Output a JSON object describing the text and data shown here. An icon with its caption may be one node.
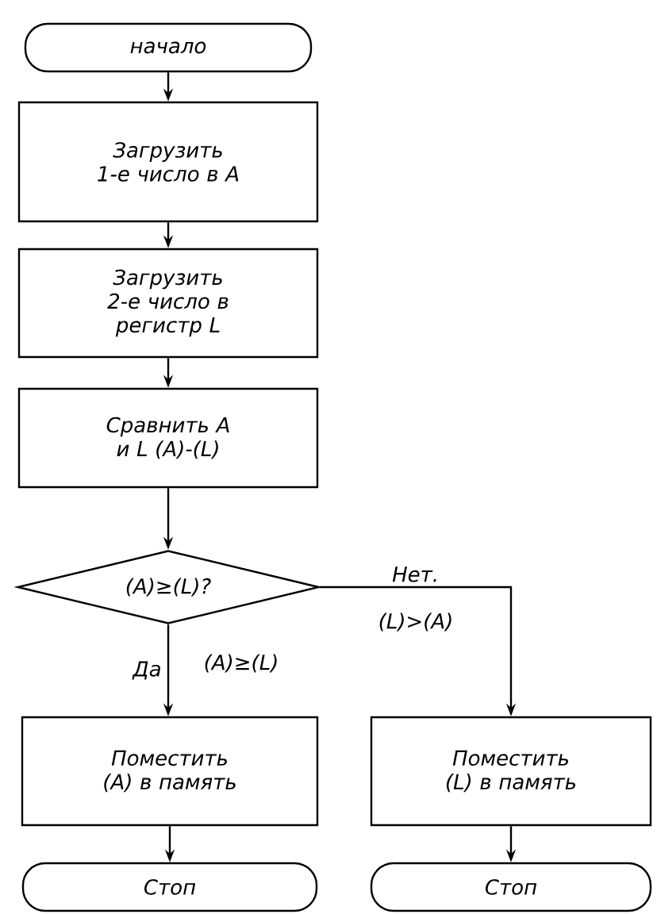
{
  "diagram": {
    "nodes": [
      {
        "text": [
          "начало"
        ]
      },
      {
        "text": [
          "Загрузить 1-е число в А"
        ]
      },
      {
        "text": [
          "Загрузить 2-е число в регистр L"
        ]
      },
      {
        "text": [
          "Сравнить А и L (А)-(L)"
        ]
      },
      {
        "text": [
          "(А)≥(L)?"
        ]
      },
      {
        "text": [
          "Поместить (А) в память"
        ]
      },
      {
        "text": [
          "Поместить (L) в память"
        ]
      },
      {
        "text": [
          "Стоп"
        ]
      },
      {
        "text": [
          "Стоп"
        ]
      }
    ],
    "edges": [
      {
        "from": 0,
        "to": 1,
        "arrow": "to"
      },
      {
        "from": 1,
        "to": 2,
        "arrow": "to"
      },
      {
        "from": 2,
        "to": 3,
        "arrow": "to"
      },
      {
        "from": 3,
        "to": 4,
        "arrow": "to"
      },
      {
        "from": 4,
        "to": 5,
        "arrow": "to",
        "label": "Да"
      },
      {
        "from": 4,
        "to": 6,
        "arrow": "to",
        "label": "Нет."
      },
      {
        "from": 5,
        "to": 7,
        "arrow": "to"
      },
      {
        "from": 6,
        "to": 8,
        "arrow": "to"
      }
    ],
    "labels": [
      "(L)>(А)",
      "(А)≥(L)"
    ]
  }
}
